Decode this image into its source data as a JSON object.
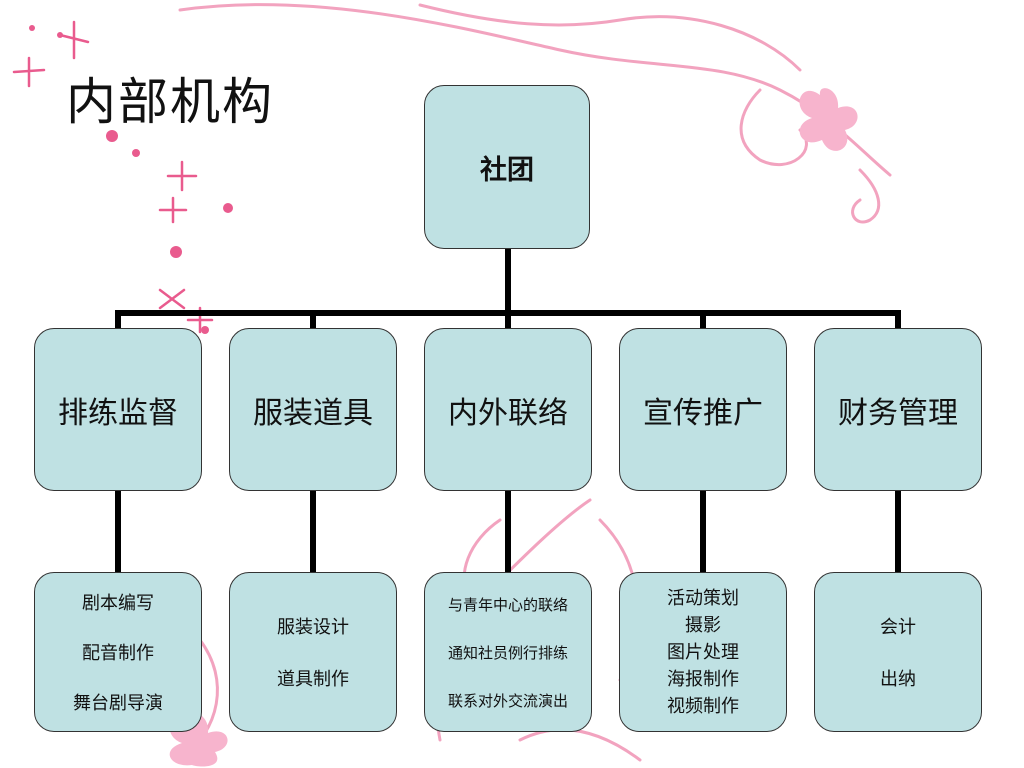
{
  "slide": {
    "title": "内部机构"
  },
  "colors": {
    "box_fill": "#bfe1e3",
    "box_border": "#333333",
    "connector": "#000000",
    "decor_pink": "#ee6f9c"
  },
  "org": {
    "root": "社团",
    "departments": [
      {
        "name": "排练监督",
        "tasks": [
          "剧本编写",
          "配音制作",
          "舞台剧导演"
        ]
      },
      {
        "name": "服装道具",
        "tasks": [
          "服装设计",
          "道具制作"
        ]
      },
      {
        "name": "内外联络",
        "tasks": [
          "与青年中心的联络",
          "通知社员例行排练",
          "联系对外交流演出"
        ]
      },
      {
        "name": "宣传推广",
        "tasks": [
          "活动策划",
          "摄影",
          "图片处理",
          "海报制作",
          "视频制作"
        ]
      },
      {
        "name": "财务管理",
        "tasks": [
          "会计",
          "出纳"
        ]
      }
    ]
  }
}
